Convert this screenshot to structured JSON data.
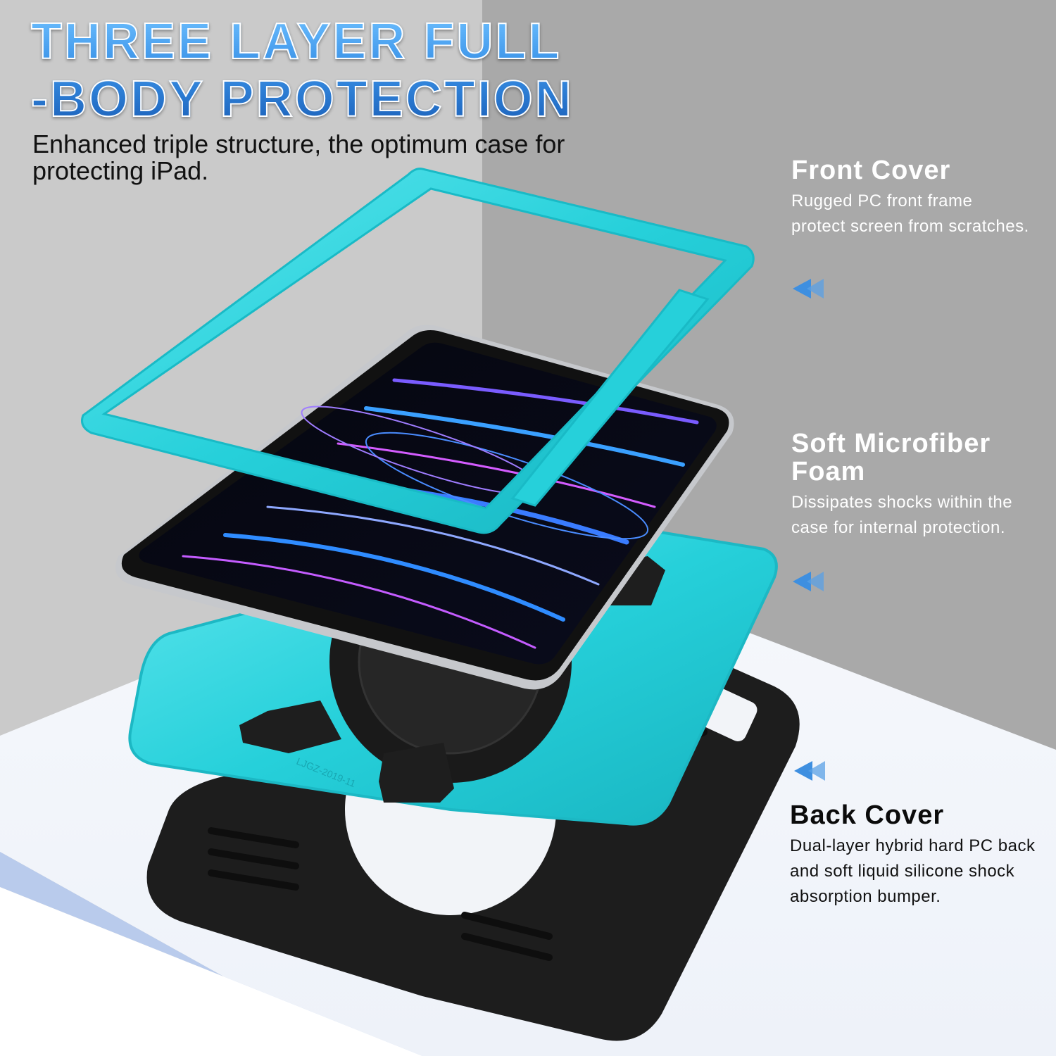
{
  "headline": {
    "line1": "THREE LAYER FULL",
    "line2": "-BODY PROTECTION"
  },
  "subheadline": "Enhanced triple structure, the optimum case for protecting iPad.",
  "features": [
    {
      "title": "Front Cover",
      "description": "Rugged PC front frame protect screen from scratches.",
      "icon": "double-arrow-left-icon"
    },
    {
      "title": "Soft Microfiber Foam",
      "description": "Dissipates shocks within the case for internal protection.",
      "icon": "double-arrow-left-icon"
    },
    {
      "title": "Back Cover",
      "description": "Dual-layer hybrid hard PC back and soft liquid silicone shock absorption bumper.",
      "icon": "double-arrow-left-icon"
    }
  ],
  "product": {
    "layers": [
      "front-frame",
      "tablet",
      "inner-shell",
      "back-bumper"
    ],
    "embossed_text": "LJGZ-2019-11"
  },
  "colors": {
    "accent_blue": "#3e8fe0",
    "case_teal": "#28d3dc",
    "bumper_black": "#1c1c1c",
    "wall_left": "#c9c9c9",
    "wall_right": "#a7a7a7",
    "floor": "#f3f6fb",
    "floor_edge": "#b9cbec"
  }
}
